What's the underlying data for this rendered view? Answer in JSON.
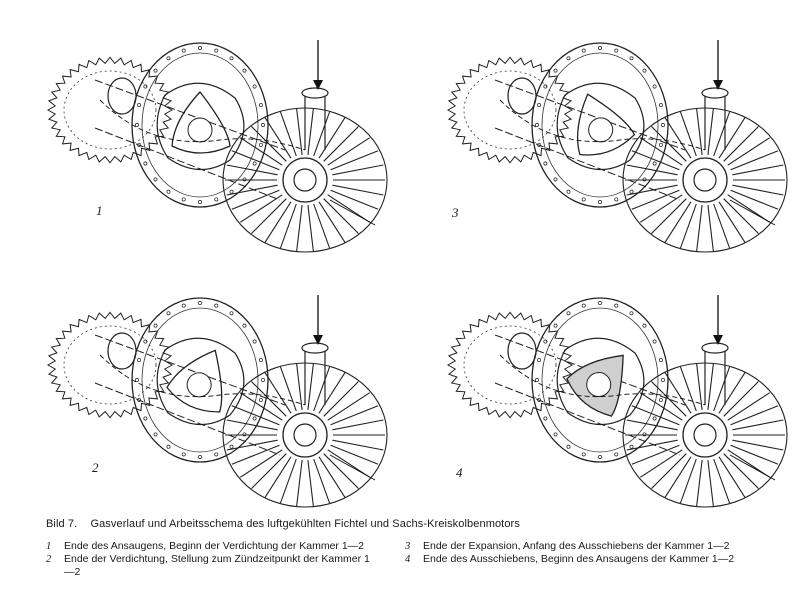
{
  "figure": {
    "label": "Bild 7.",
    "title": "Gasverlauf und Arbeitsschema des luftgekühlten Fichtel und Sachs-Kreiskolbenmotors"
  },
  "panels": [
    {
      "number": "1"
    },
    {
      "number": "3"
    },
    {
      "number": "2"
    },
    {
      "number": "4"
    }
  ],
  "legend": [
    {
      "number": "1",
      "text": "Ende des Ansaugens, Beginn der Verdichtung der Kammer 1—2"
    },
    {
      "number": "2",
      "text": "Ende der Verdichtung, Stellung zum Zündzeitpunkt der Kammer 1—2"
    },
    {
      "number": "3",
      "text": "Ende der Expansion, Anfang des Ausschiebens der Kammer 1—2"
    },
    {
      "number": "4",
      "text": "Ende des Ausschiebens, Beginn des Ansaugens der Kammer 1—2"
    }
  ]
}
